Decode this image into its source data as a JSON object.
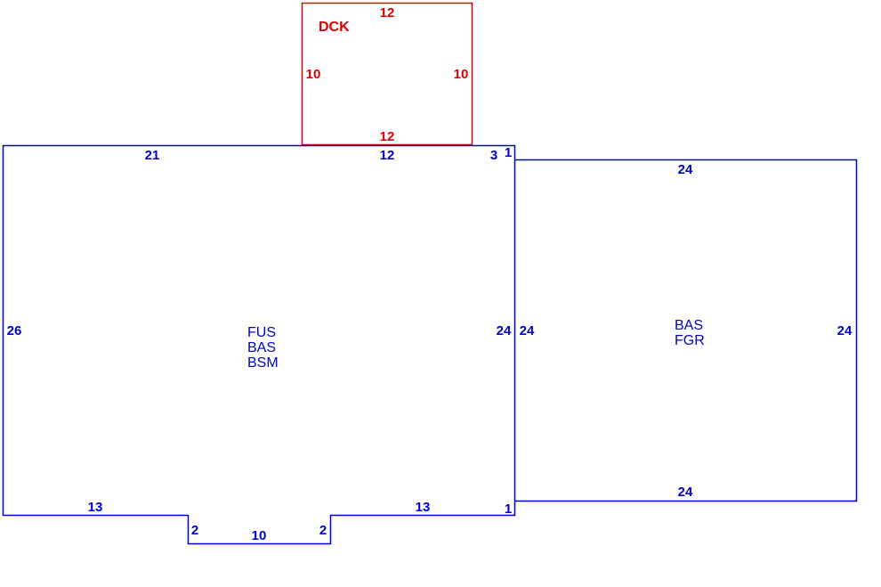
{
  "colors": {
    "main": "#0000cc",
    "deck": "#dd0000",
    "background": "#ffffff"
  },
  "deck": {
    "label": "DCK",
    "dims": {
      "top": "12",
      "left": "10",
      "right": "10",
      "bottom": "12"
    }
  },
  "house": {
    "labels": [
      "FUS",
      "BAS",
      "BSM"
    ],
    "dims": {
      "top_left": "21",
      "top_mid": "12",
      "top_right": "3",
      "step_right": "1",
      "left": "26",
      "right": "24",
      "bottom_left": "13",
      "bottom_right": "13",
      "bottom_step_right": "1",
      "bump_left": "2",
      "bump_bottom": "10",
      "bump_right": "2"
    }
  },
  "garage": {
    "labels": [
      "BAS",
      "FGR"
    ],
    "dims": {
      "top": "24",
      "left": "24",
      "right": "24",
      "bottom": "24"
    }
  }
}
